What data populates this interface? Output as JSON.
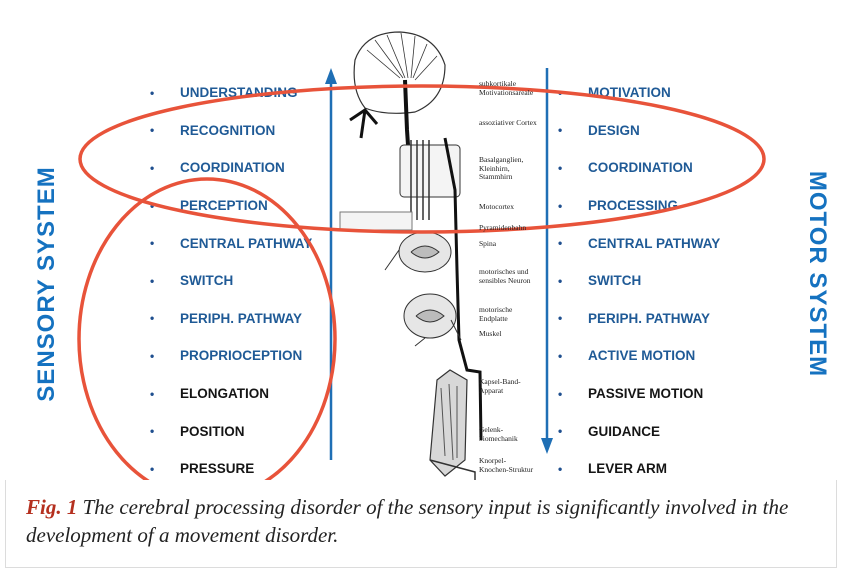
{
  "sensory_title": "SENSORY SYSTEM",
  "motor_title": "MOTOR SYSTEM",
  "sensory_items": [
    {
      "label": "UNDERSTANDING",
      "color": "blue"
    },
    {
      "label": "RECOGNITION",
      "color": "blue"
    },
    {
      "label": "COORDINATION",
      "color": "blue"
    },
    {
      "label": "PERCEPTION",
      "color": "blue"
    },
    {
      "label": "CENTRAL PATHWAY",
      "color": "blue"
    },
    {
      "label": "SWITCH",
      "color": "blue"
    },
    {
      "label": "PERIPH. PATHWAY",
      "color": "blue"
    },
    {
      "label": "PROPRIOCEPTION",
      "color": "blue"
    },
    {
      "label": "ELONGATION",
      "color": "dark"
    },
    {
      "label": "POSITION",
      "color": "dark"
    },
    {
      "label": "PRESSURE",
      "color": "dark"
    }
  ],
  "motor_items": [
    {
      "label": "MOTIVATION",
      "color": "blue"
    },
    {
      "label": "DESIGN",
      "color": "blue"
    },
    {
      "label": "COORDINATION",
      "color": "blue"
    },
    {
      "label": "PROCESSING",
      "color": "blue"
    },
    {
      "label": "CENTRAL PATHWAY",
      "color": "blue"
    },
    {
      "label": "SWITCH",
      "color": "blue"
    },
    {
      "label": "PERIPH. PATHWAY",
      "color": "blue"
    },
    {
      "label": "ACTIVE MOTION",
      "color": "blue"
    },
    {
      "label": "PASSIVE MOTION",
      "color": "dark"
    },
    {
      "label": "GUIDANCE",
      "color": "dark"
    },
    {
      "label": "LEVER ARM",
      "color": "dark"
    }
  ],
  "bullet": "•",
  "diagram_labels": [
    "subkortikale\nMotivationsareale",
    "assoziativer Cortex",
    "Basalganglien,\nKleinhirn,\nStammhirn",
    "Motocortex",
    "Pyramidenbahn",
    "Spina",
    "motorisches und\nsensibles Neuron",
    "motorische\nEndplatte",
    "Muskel",
    "Kapsel-Band-\nApparat",
    "Gelenk-\nbiomechanik",
    "Knorpel-\nKnochen-Struktur"
  ],
  "caption": {
    "fig": "Fig. 1",
    "text": " The cerebral processing disorder of the sensory input is significantly involved in the development of a movement disorder."
  },
  "colors": {
    "blue_text": "#1f5a96",
    "title_blue": "#1572c0",
    "arrow_blue": "#1f6fb5",
    "ellipse_red": "#e8533a"
  }
}
